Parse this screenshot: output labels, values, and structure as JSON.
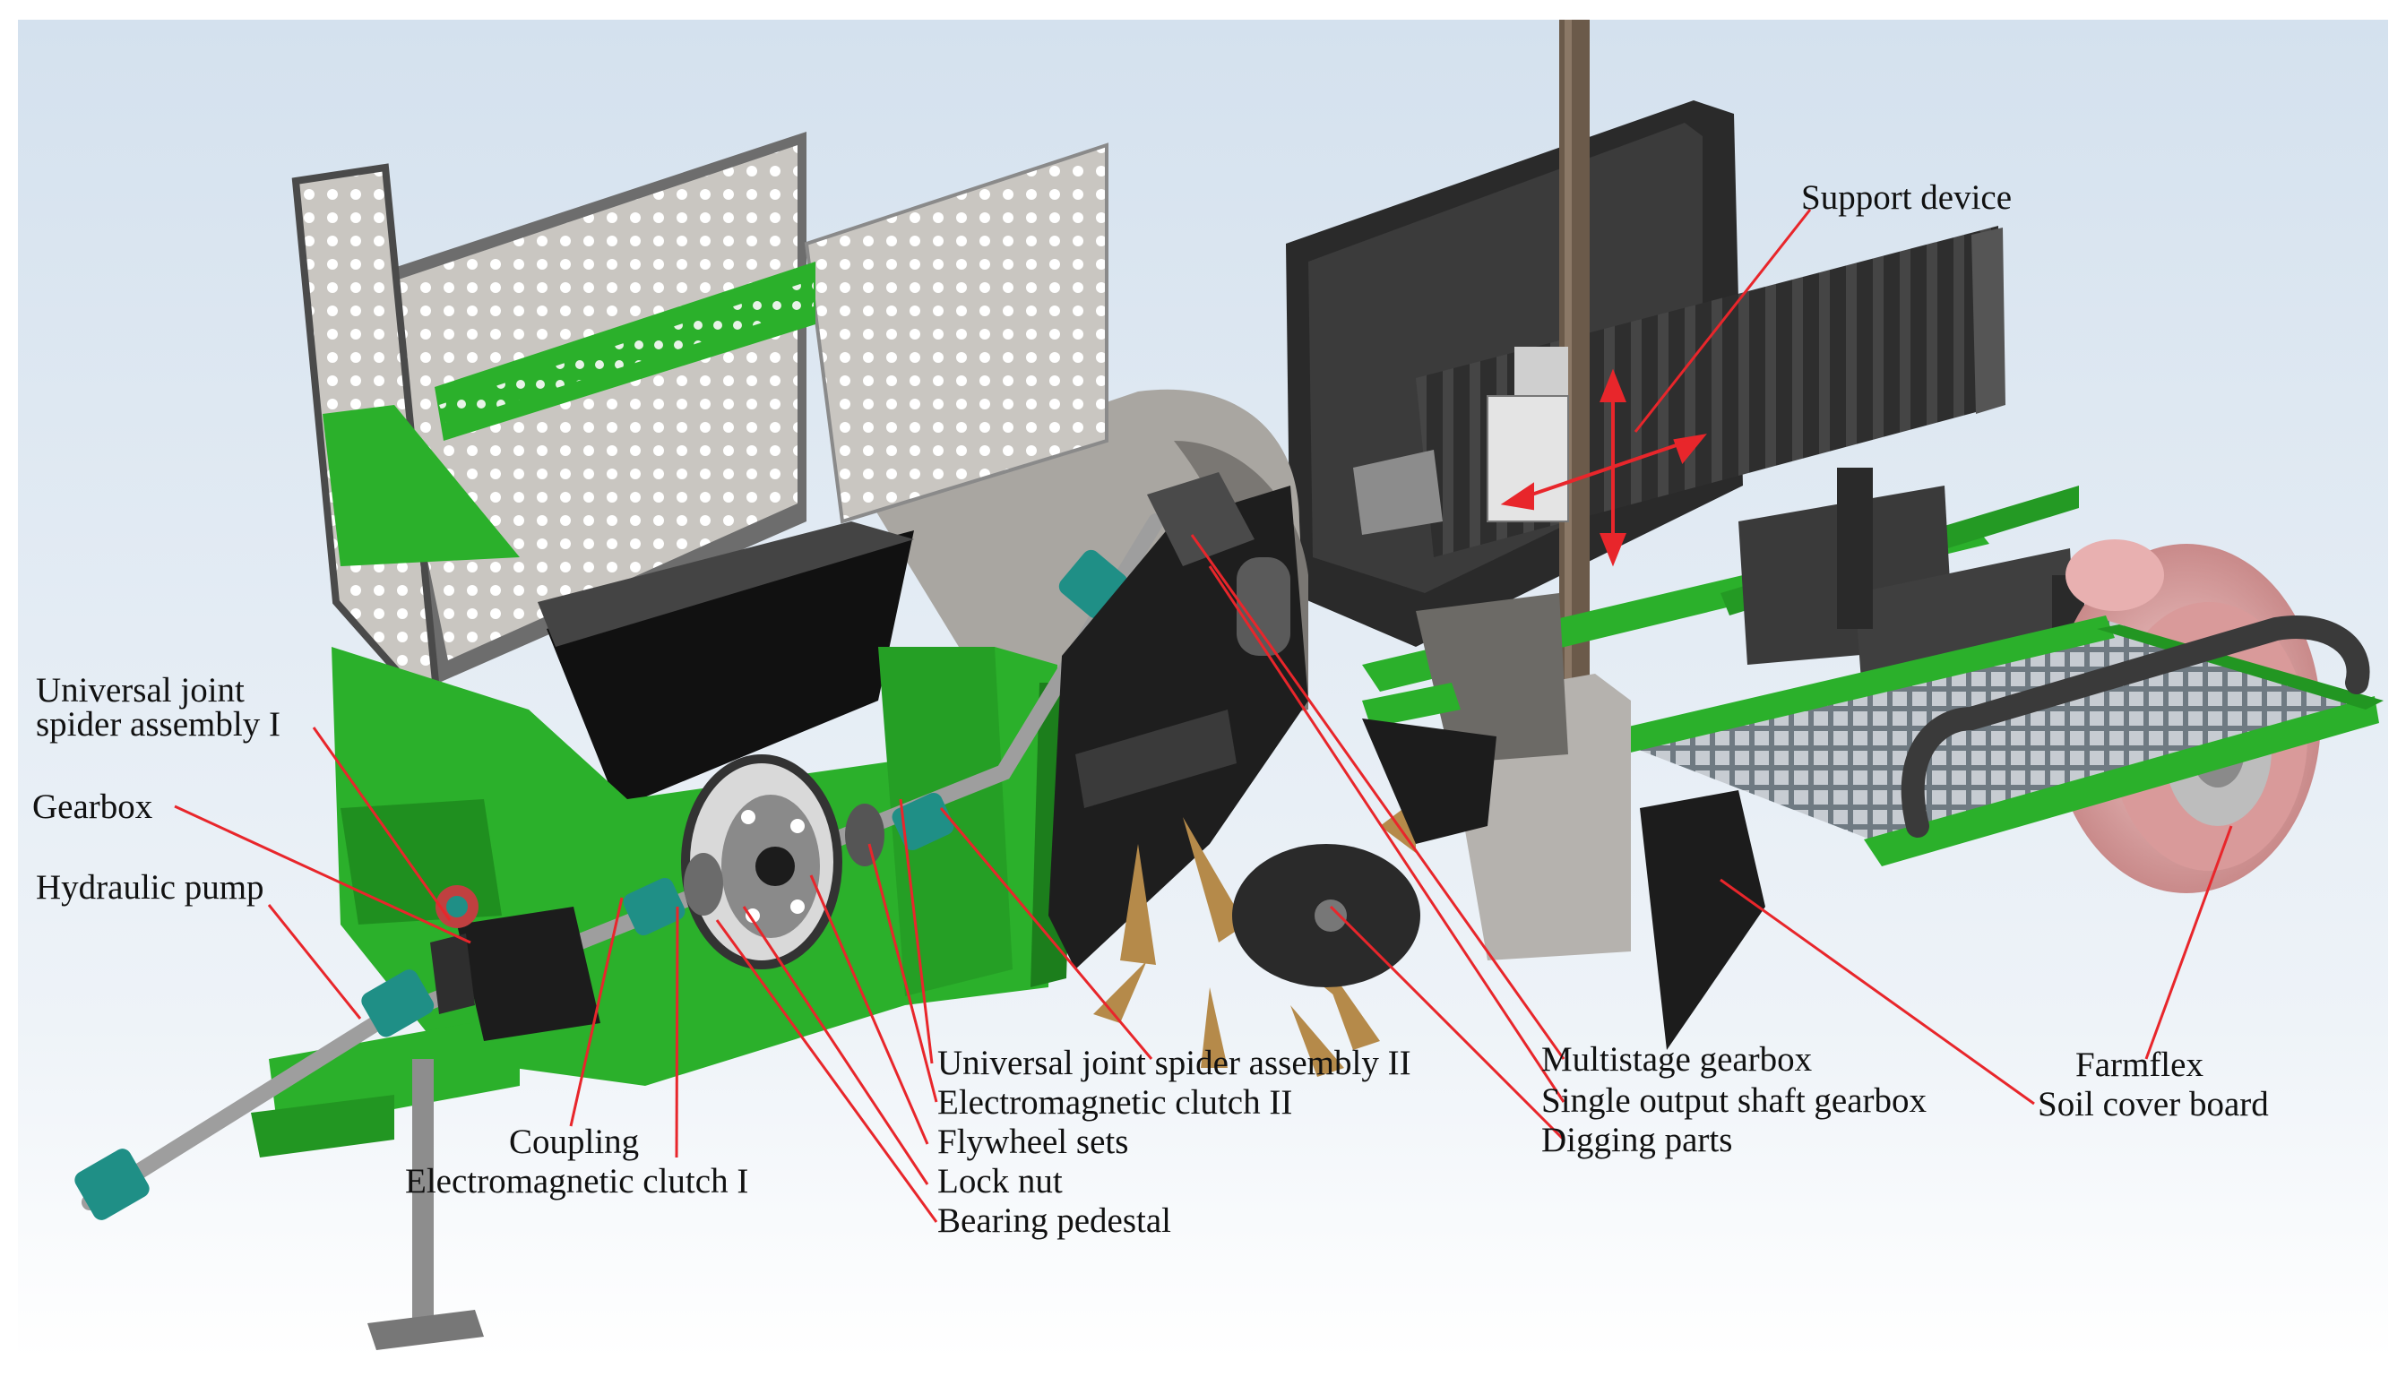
{
  "colors": {
    "background_top": "#d4e1ee",
    "background_bottom": "#ffffff",
    "machine_green": "#2bb02b",
    "machine_dark_green": "#16801e",
    "black_parts": "#1c1c1c",
    "grey_parts": "#a7a49f",
    "leader_line": "#e8262b",
    "tire_pink": "#e2a6a6",
    "teal_joint": "#1f8f86",
    "bronze_blades": "#b58a4a"
  },
  "labels": {
    "universal_joint_1_line1": "Universal joint",
    "universal_joint_1_line2": "spider assembly I",
    "gearbox": "Gearbox",
    "hydraulic_pump": "Hydraulic pump",
    "coupling": "Coupling",
    "clutch_1": "Electromagnetic clutch I",
    "universal_joint_2": "Universal joint spider assembly II",
    "clutch_2": "Electromagnetic clutch II",
    "flywheel": "Flywheel sets",
    "lock_nut": "Lock nut",
    "bearing_pedestal": "Bearing pedestal",
    "support_device": "Support device",
    "multistage_gearbox": "Multistage gearbox",
    "single_output": "Single output shaft gearbox",
    "digging_parts": "Digging parts",
    "farmflex": "Farmflex",
    "soil_cover": "Soil cover board"
  }
}
